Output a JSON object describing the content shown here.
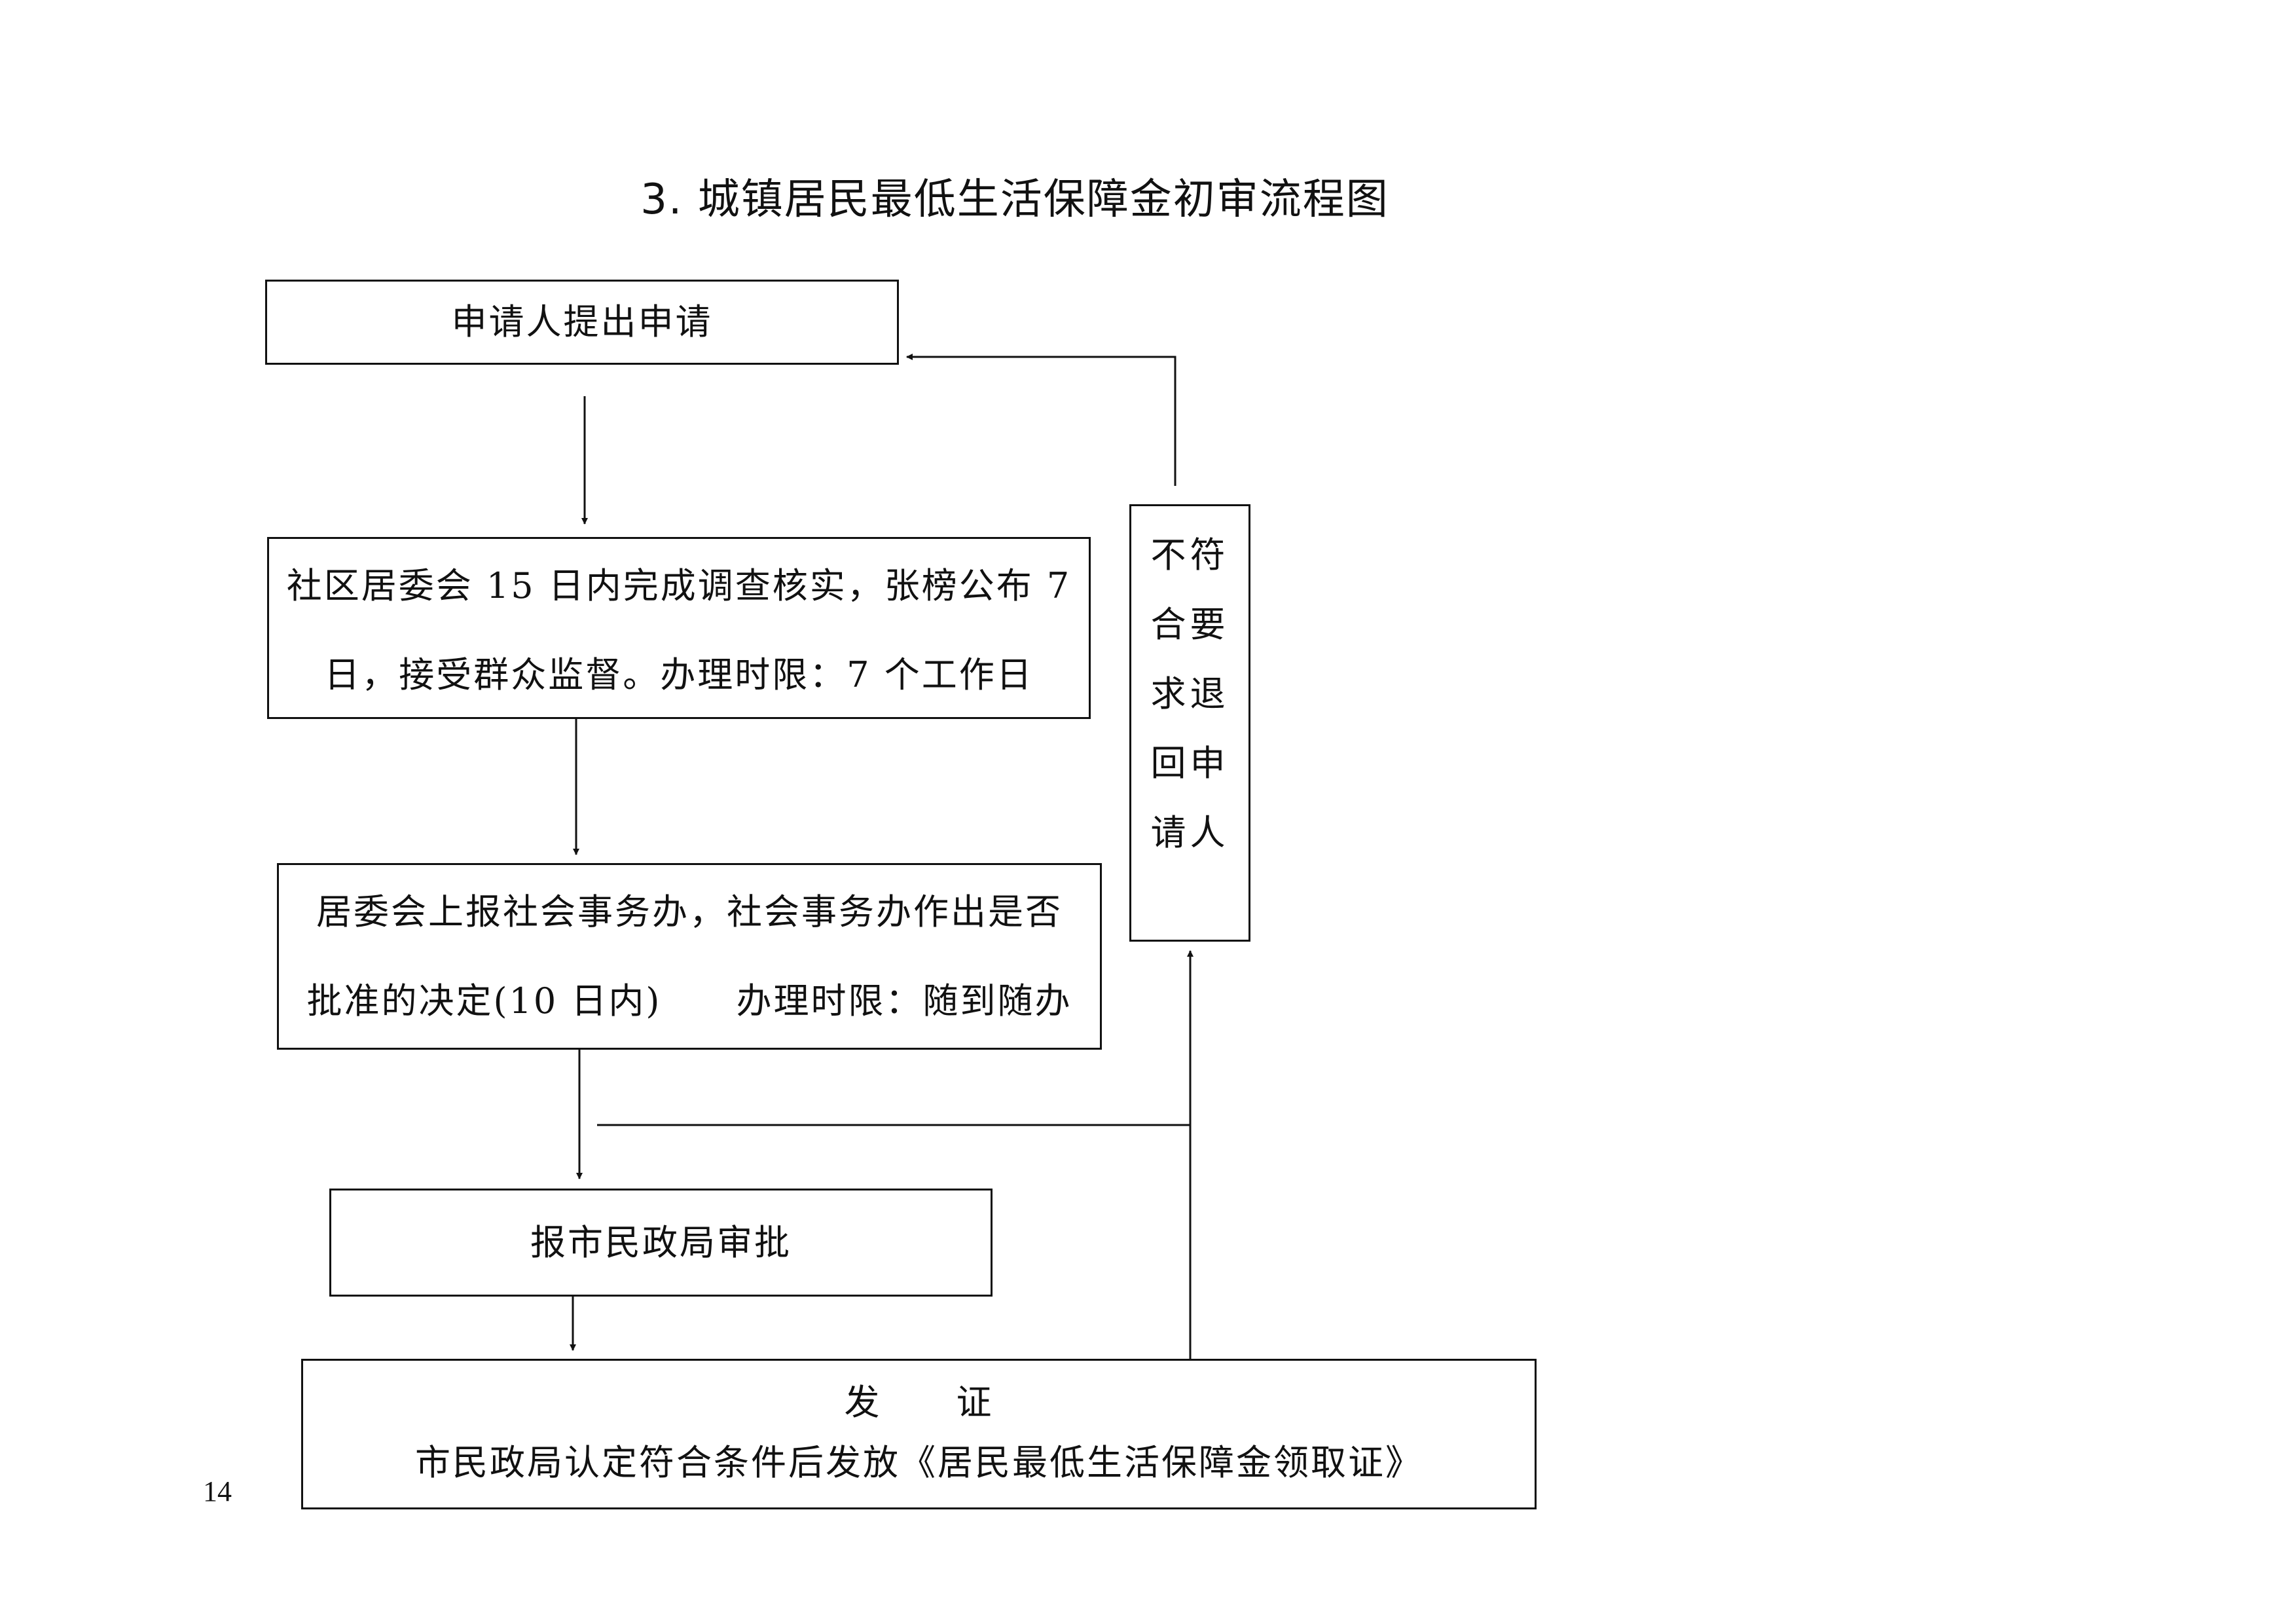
{
  "document": {
    "title": "3. 城镇居民最低生活保障金初审流程图",
    "page_number": "14"
  },
  "flow": {
    "apply": "申请人提出申请",
    "community": {
      "line1": "社区居委会 15 日内完成调查核实，张榜公布 7",
      "line2": "日，接受群众监督。办理时限：7 个工作日"
    },
    "report": {
      "line1": "居委会上报社会事务办，社会事务办作出是否",
      "line2": "批准的决定(10 日内)　　办理时限：随到随办"
    },
    "bureau": "报市民政局审批",
    "issue": {
      "line1": "发　　证",
      "line2": "市民政局认定符合条件后发放《居民最低生活保障金领取证》"
    },
    "reject": {
      "lines": [
        "不符",
        "合要",
        "求退",
        "回申",
        "请人"
      ]
    }
  }
}
